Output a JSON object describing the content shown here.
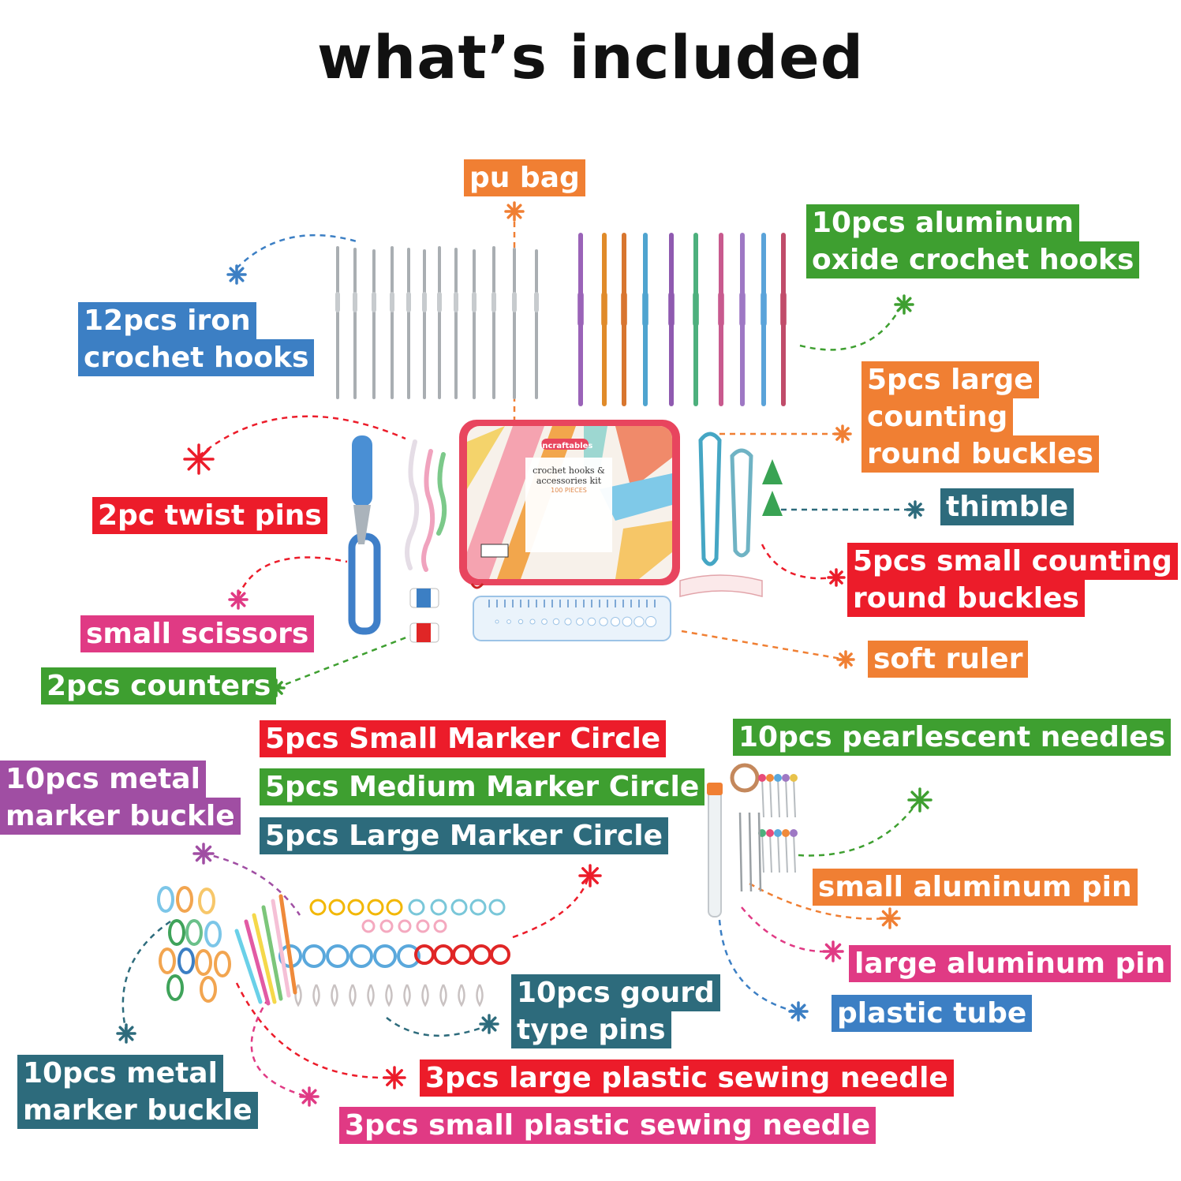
{
  "title": "what’s included",
  "bag": {
    "brand": "incraftables",
    "name_line1": "crochet hooks &",
    "name_line2": "accessories kit",
    "pieces": "100 PIECES"
  },
  "labels": {
    "pu_bag": "pu bag",
    "aluminum_hooks": [
      "10pcs aluminum",
      "oxide crochet hooks"
    ],
    "iron_hooks": [
      "12pcs iron",
      "crochet hooks"
    ],
    "large_buckles": [
      "5pcs large",
      "counting",
      "round buckles"
    ],
    "twist_pins": "2pc twist pins",
    "thimble": "thimble",
    "small_buckles": [
      "5pcs small counting",
      "round buckles"
    ],
    "small_scissors": "small scissors",
    "soft_ruler": "soft ruler",
    "counters": "2pcs counters",
    "small_marker": "5pcs Small Marker Circle",
    "medium_marker": "5pcs Medium Marker Circle",
    "large_marker": "5pcs Large Marker Circle",
    "pearlescent": "10pcs pearlescent needles",
    "metal_buckle_top": [
      "10pcs metal",
      "marker buckle"
    ],
    "small_alu_pin": "small aluminum pin",
    "large_alu_pin": "large aluminum pin",
    "plastic_tube": "plastic tube",
    "gourd_pins": [
      "10pcs gourd",
      "type pins"
    ],
    "large_needle": "3pcs large plastic sewing needle",
    "small_needle": "3pcs small plastic sewing needle",
    "metal_buckle_bottom": [
      "10pcs metal",
      "marker buckle"
    ]
  },
  "colors": {
    "red": "#ec1c2a",
    "green": "#3e9f30",
    "orange": "#f07f33",
    "blue": "#3c7fc4",
    "pink": "#e03a84",
    "teal": "#2d6b7c",
    "purple": "#a04ea3"
  }
}
